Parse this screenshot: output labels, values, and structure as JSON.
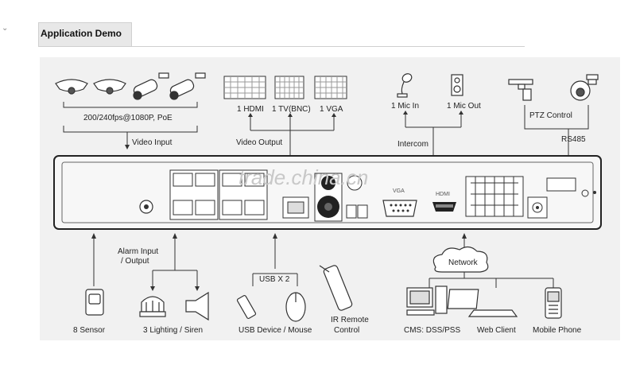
{
  "header": {
    "title": "Application Demo"
  },
  "top": {
    "camera_resolution": "200/240fps@1080P, PoE",
    "video_input": "Video Input",
    "hdmi": "1 HDMI",
    "tv": "1 TV(BNC)",
    "vga": "1 VGA",
    "video_output": "Video Output",
    "mic_in": "1 Mic In",
    "mic_out": "1 Mic Out",
    "intercom": "Intercom",
    "ptz_control": "PTZ Control",
    "rs485": "RS485"
  },
  "nvr": {
    "vga_port": "VGA",
    "hdmi_port": "HDMI",
    "watermark": "trade.china.cn"
  },
  "bottom": {
    "alarm": "Alarm Input",
    "alarm_output": "/ Output",
    "usb_x2": "USB X 2",
    "network": "Network",
    "sensor": "8 Sensor",
    "lighting": "3 Lighting / Siren",
    "usb_device": "USB Device / Mouse",
    "ir_remote": "IR Remote",
    "ir_control": "Control",
    "cms": "CMS: DSS/PSS",
    "web_client": "Web Client",
    "mobile": "Mobile Phone"
  }
}
